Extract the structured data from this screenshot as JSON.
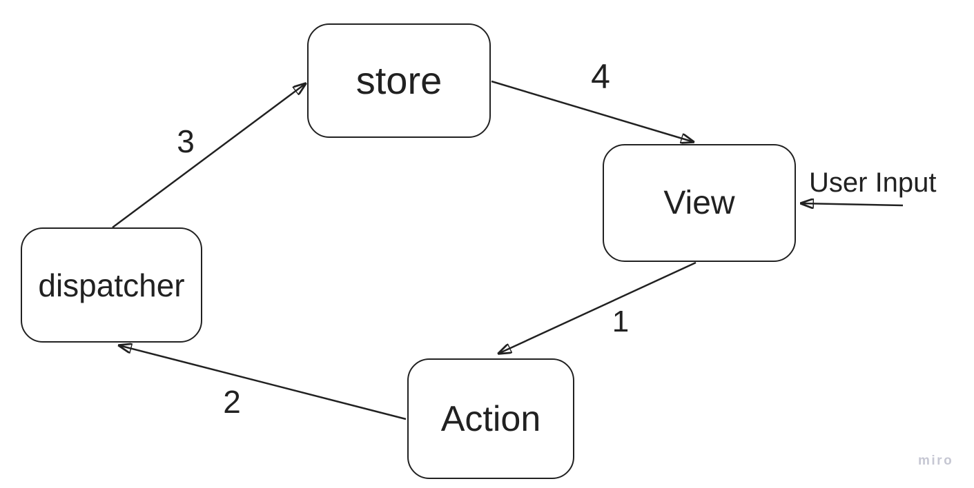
{
  "app": {
    "watermark": "miro"
  },
  "diagram": {
    "title_hint": "Flux data flow diagram",
    "nodes": [
      {
        "id": "store",
        "label": "store"
      },
      {
        "id": "view",
        "label": "View"
      },
      {
        "id": "action",
        "label": "Action"
      },
      {
        "id": "dispatcher",
        "label": "dispatcher"
      }
    ],
    "edges": [
      {
        "id": "view-to-action",
        "label": "1",
        "from": "View",
        "to": "Action"
      },
      {
        "id": "action-to-dispatcher",
        "label": "2",
        "from": "Action",
        "to": "dispatcher"
      },
      {
        "id": "dispatcher-to-store",
        "label": "3",
        "from": "dispatcher",
        "to": "store"
      },
      {
        "id": "store-to-view",
        "label": "4",
        "from": "store",
        "to": "View"
      },
      {
        "id": "user-input-to-view",
        "label": "User Input",
        "from": "User Input",
        "to": "View"
      }
    ],
    "colors": {
      "stroke": "#212121",
      "text": "#212121",
      "node_fill": "#ffffff",
      "watermark": "#c6c7d3",
      "background": "#ffffff"
    }
  }
}
